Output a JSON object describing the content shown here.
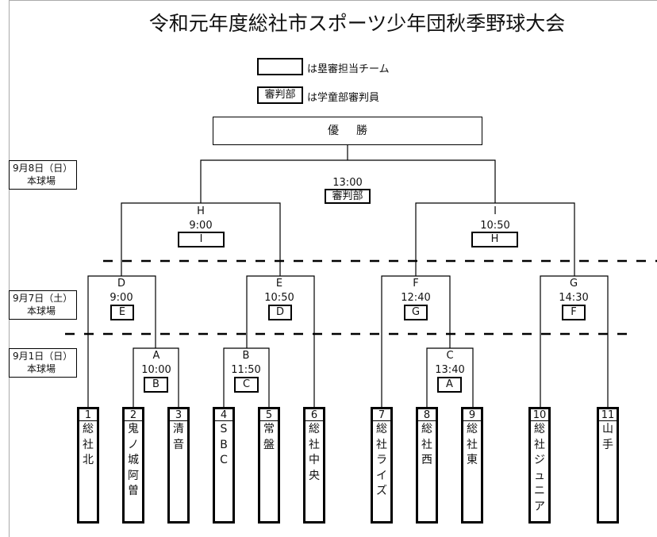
{
  "title": "令和元年度総社市スポーツ少年団秋季野球大会",
  "legend": {
    "team_umpire_text": "は塁審担当チーム",
    "dept_box_label": "審判部",
    "dept_text": "は学童部審判員"
  },
  "champion_label": "優勝",
  "dates": [
    {
      "date": "9月8日（日）",
      "venue": "本球場"
    },
    {
      "date": "9月7日（土）",
      "venue": "本球場"
    },
    {
      "date": "9月1日（日）",
      "venue": "本球場"
    }
  ],
  "final": {
    "time": "13:00",
    "umpire": "審判部"
  },
  "matches": {
    "H": {
      "label": "H",
      "time": "9:00",
      "umpire": "I"
    },
    "I": {
      "label": "I",
      "time": "10:50",
      "umpire": "H"
    },
    "D": {
      "label": "D",
      "time": "9:00",
      "umpire": "E"
    },
    "E": {
      "label": "E",
      "time": "10:50",
      "umpire": "D"
    },
    "F": {
      "label": "F",
      "time": "12:40",
      "umpire": "G"
    },
    "G": {
      "label": "G",
      "time": "14:30",
      "umpire": "F"
    },
    "A": {
      "label": "A",
      "time": "10:00",
      "umpire": "B"
    },
    "B": {
      "label": "B",
      "time": "11:50",
      "umpire": "C"
    },
    "C": {
      "label": "C",
      "time": "13:40",
      "umpire": "A"
    }
  },
  "teams": [
    {
      "num": "1",
      "name": "総社北"
    },
    {
      "num": "2",
      "name": "鬼ノ城阿曽"
    },
    {
      "num": "3",
      "name": "清音"
    },
    {
      "num": "4",
      "name": "SBC"
    },
    {
      "num": "5",
      "name": "常盤"
    },
    {
      "num": "6",
      "name": "総社中央"
    },
    {
      "num": "7",
      "name": "総社ライズ"
    },
    {
      "num": "8",
      "name": "総社西"
    },
    {
      "num": "9",
      "name": "総社東"
    },
    {
      "num": "10",
      "name": "総社ジュニア"
    },
    {
      "num": "11",
      "name": "山手"
    }
  ]
}
